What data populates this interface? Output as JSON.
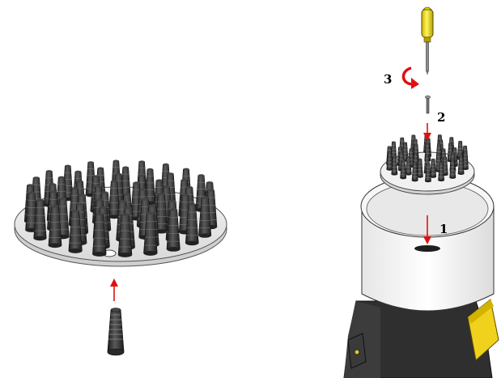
{
  "steps": {
    "step1": "1",
    "step2": "2",
    "step3": "3"
  },
  "colors": {
    "arrow": "#e01010",
    "screwdriver_handle": "#f2e21a",
    "housing_dark": "#2e2e2e",
    "bracket_yellow": "#f0d21c",
    "spike_dark": "#3a3a3a",
    "plate_light": "#efefef"
  },
  "icons": {
    "screwdriver": "screwdriver-icon",
    "rotation": "rotate-clockwise-arrow-icon"
  }
}
